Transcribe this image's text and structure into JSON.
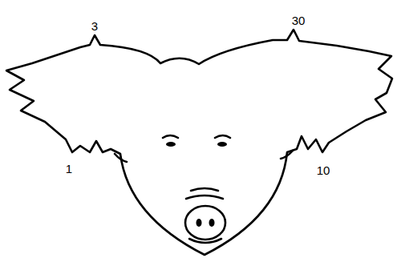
{
  "diagram": {
    "labels": [
      "3",
      "30",
      "1",
      "10"
    ]
  }
}
